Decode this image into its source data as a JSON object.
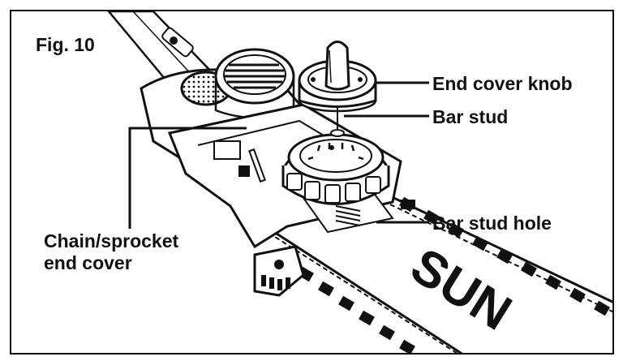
{
  "figure": {
    "label": "Fig. 10"
  },
  "callouts": {
    "end_cover_knob": "End cover knob",
    "bar_stud": "Bar stud",
    "bar_stud_hole": "Bar stud hole",
    "cover_line1": "Chain/sprocket",
    "cover_line2": "end cover"
  },
  "bar": {
    "brand_text": "SUN"
  },
  "colors": {
    "ink": "#111111",
    "paper": "#ffffff",
    "tone": "#e6e6e6"
  }
}
